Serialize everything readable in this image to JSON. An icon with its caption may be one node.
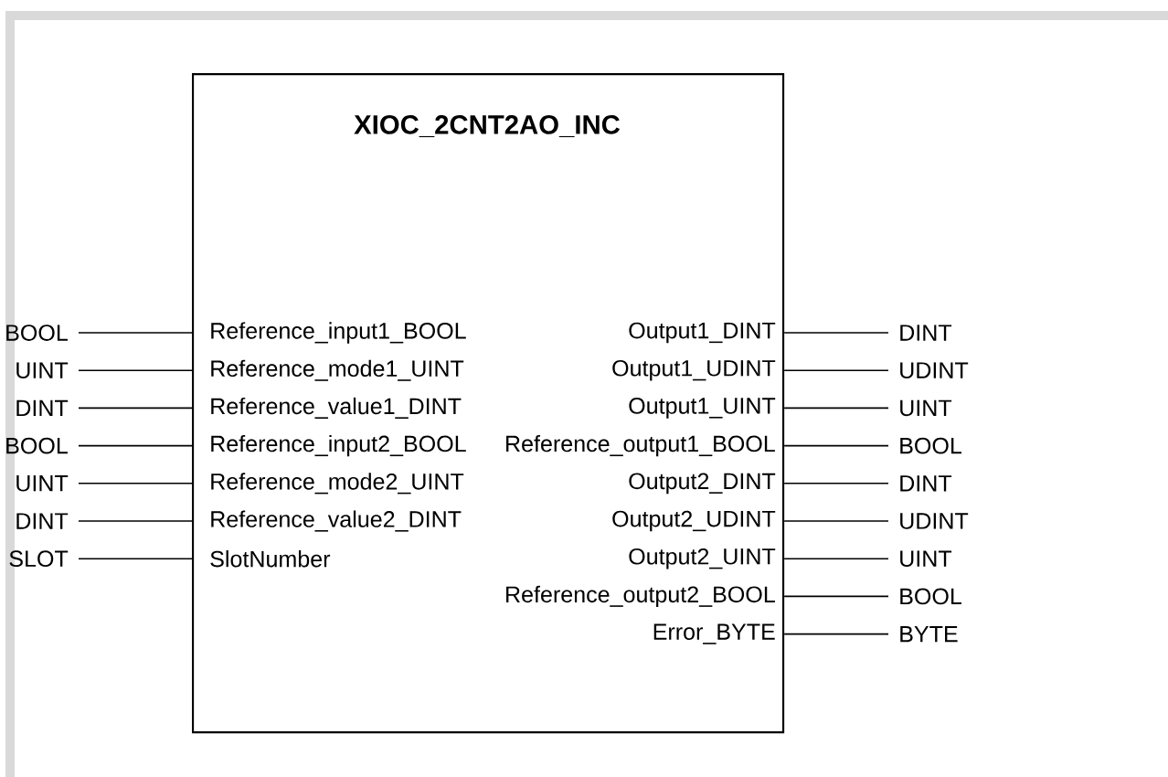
{
  "diagram": {
    "nodes": [
      {
        "text": [
          "XIOC_2CNT2AO_INC"
        ]
      },
      {
        "text": [
          "Reference_input1_BOOL"
        ],
        "in": 0
      },
      {
        "text": [
          "Reference_mode1_UINT"
        ],
        "in": 0
      },
      {
        "text": [
          "Reference_value1_DINT"
        ],
        "in": 0
      },
      {
        "text": [
          "Reference_input2_BOOL"
        ],
        "in": 0
      },
      {
        "text": [
          "Reference_mode2_UINT"
        ],
        "in": 0
      },
      {
        "text": [
          "Reference_value2_DINT"
        ],
        "in": 0
      },
      {
        "text": [
          "SlotNumber"
        ],
        "in": 0
      },
      {
        "text": [
          "Output1_DINT"
        ],
        "in": 0
      },
      {
        "text": [
          "Output1_UDINT"
        ],
        "in": 0
      },
      {
        "text": [
          "Output1_UINT"
        ],
        "in": 0
      },
      {
        "text": [
          "Reference_output1_BOOL"
        ],
        "in": 0
      },
      {
        "text": [
          "Output2_DINT"
        ],
        "in": 0
      },
      {
        "text": [
          "Output2_UDINT"
        ],
        "in": 0
      },
      {
        "text": [
          "Output2_UINT"
        ],
        "in": 0
      },
      {
        "text": [
          "Reference_output2_BOOL"
        ],
        "in": 0
      },
      {
        "text": [
          "Error_BYTE"
        ],
        "in": 0
      },
      {
        "text": [
          "BOOL"
        ]
      },
      {
        "text": [
          "UINT"
        ]
      },
      {
        "text": [
          "DINT"
        ]
      },
      {
        "text": [
          "BOOL"
        ]
      },
      {
        "text": [
          "UINT"
        ]
      },
      {
        "text": [
          "DINT"
        ]
      },
      {
        "text": [
          "SLOT"
        ]
      },
      {
        "text": [
          "DINT"
        ]
      },
      {
        "text": [
          "UDINT"
        ]
      },
      {
        "text": [
          "UINT"
        ]
      },
      {
        "text": [
          "BOOL"
        ]
      },
      {
        "text": [
          "DINT"
        ]
      },
      {
        "text": [
          "UDINT"
        ]
      },
      {
        "text": [
          "UINT"
        ]
      },
      {
        "text": [
          "BOOL"
        ]
      },
      {
        "text": [
          "BYTE"
        ]
      }
    ],
    "edges": [
      {
        "from": 17,
        "to": 1,
        "arrow": "none"
      },
      {
        "from": 18,
        "to": 2,
        "arrow": "none"
      },
      {
        "from": 19,
        "to": 3,
        "arrow": "none"
      },
      {
        "from": 20,
        "to": 4,
        "arrow": "none"
      },
      {
        "from": 21,
        "to": 5,
        "arrow": "none"
      },
      {
        "from": 22,
        "to": 6,
        "arrow": "none"
      },
      {
        "from": 23,
        "to": 7,
        "arrow": "none"
      },
      {
        "from": 8,
        "to": 24,
        "arrow": "none"
      },
      {
        "from": 9,
        "to": 25,
        "arrow": "none"
      },
      {
        "from": 10,
        "to": 26,
        "arrow": "none"
      },
      {
        "from": 11,
        "to": 27,
        "arrow": "none"
      },
      {
        "from": 12,
        "to": 28,
        "arrow": "none"
      },
      {
        "from": 13,
        "to": 29,
        "arrow": "none"
      },
      {
        "from": 14,
        "to": 30,
        "arrow": "none"
      },
      {
        "from": 15,
        "to": 31,
        "arrow": "none"
      },
      {
        "from": 16,
        "to": 32,
        "arrow": "none"
      }
    ]
  }
}
